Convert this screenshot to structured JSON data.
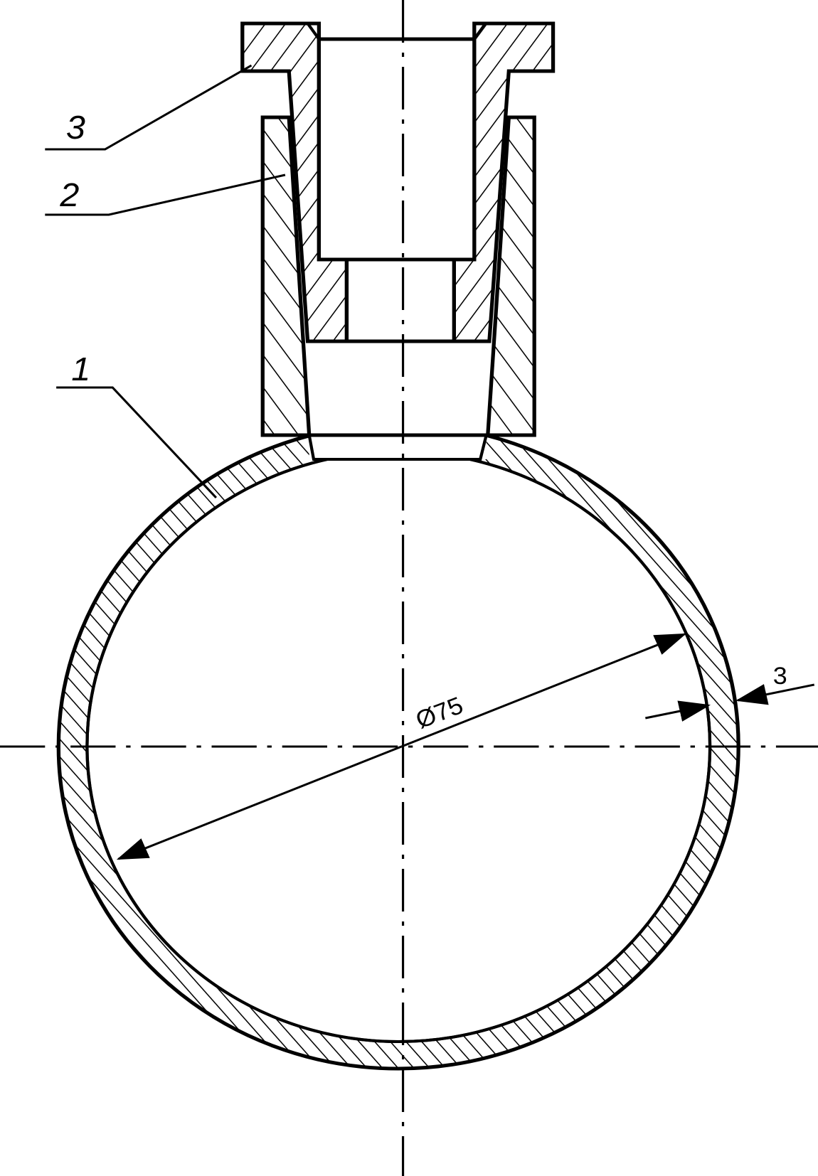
{
  "drawing": {
    "labels": {
      "part1": "1",
      "part2": "2",
      "part3": "3"
    },
    "dimensions": {
      "diameter": "Ø75",
      "wall_thickness": "3"
    },
    "colors": {
      "line": "#000000",
      "background": "#ffffff"
    }
  }
}
